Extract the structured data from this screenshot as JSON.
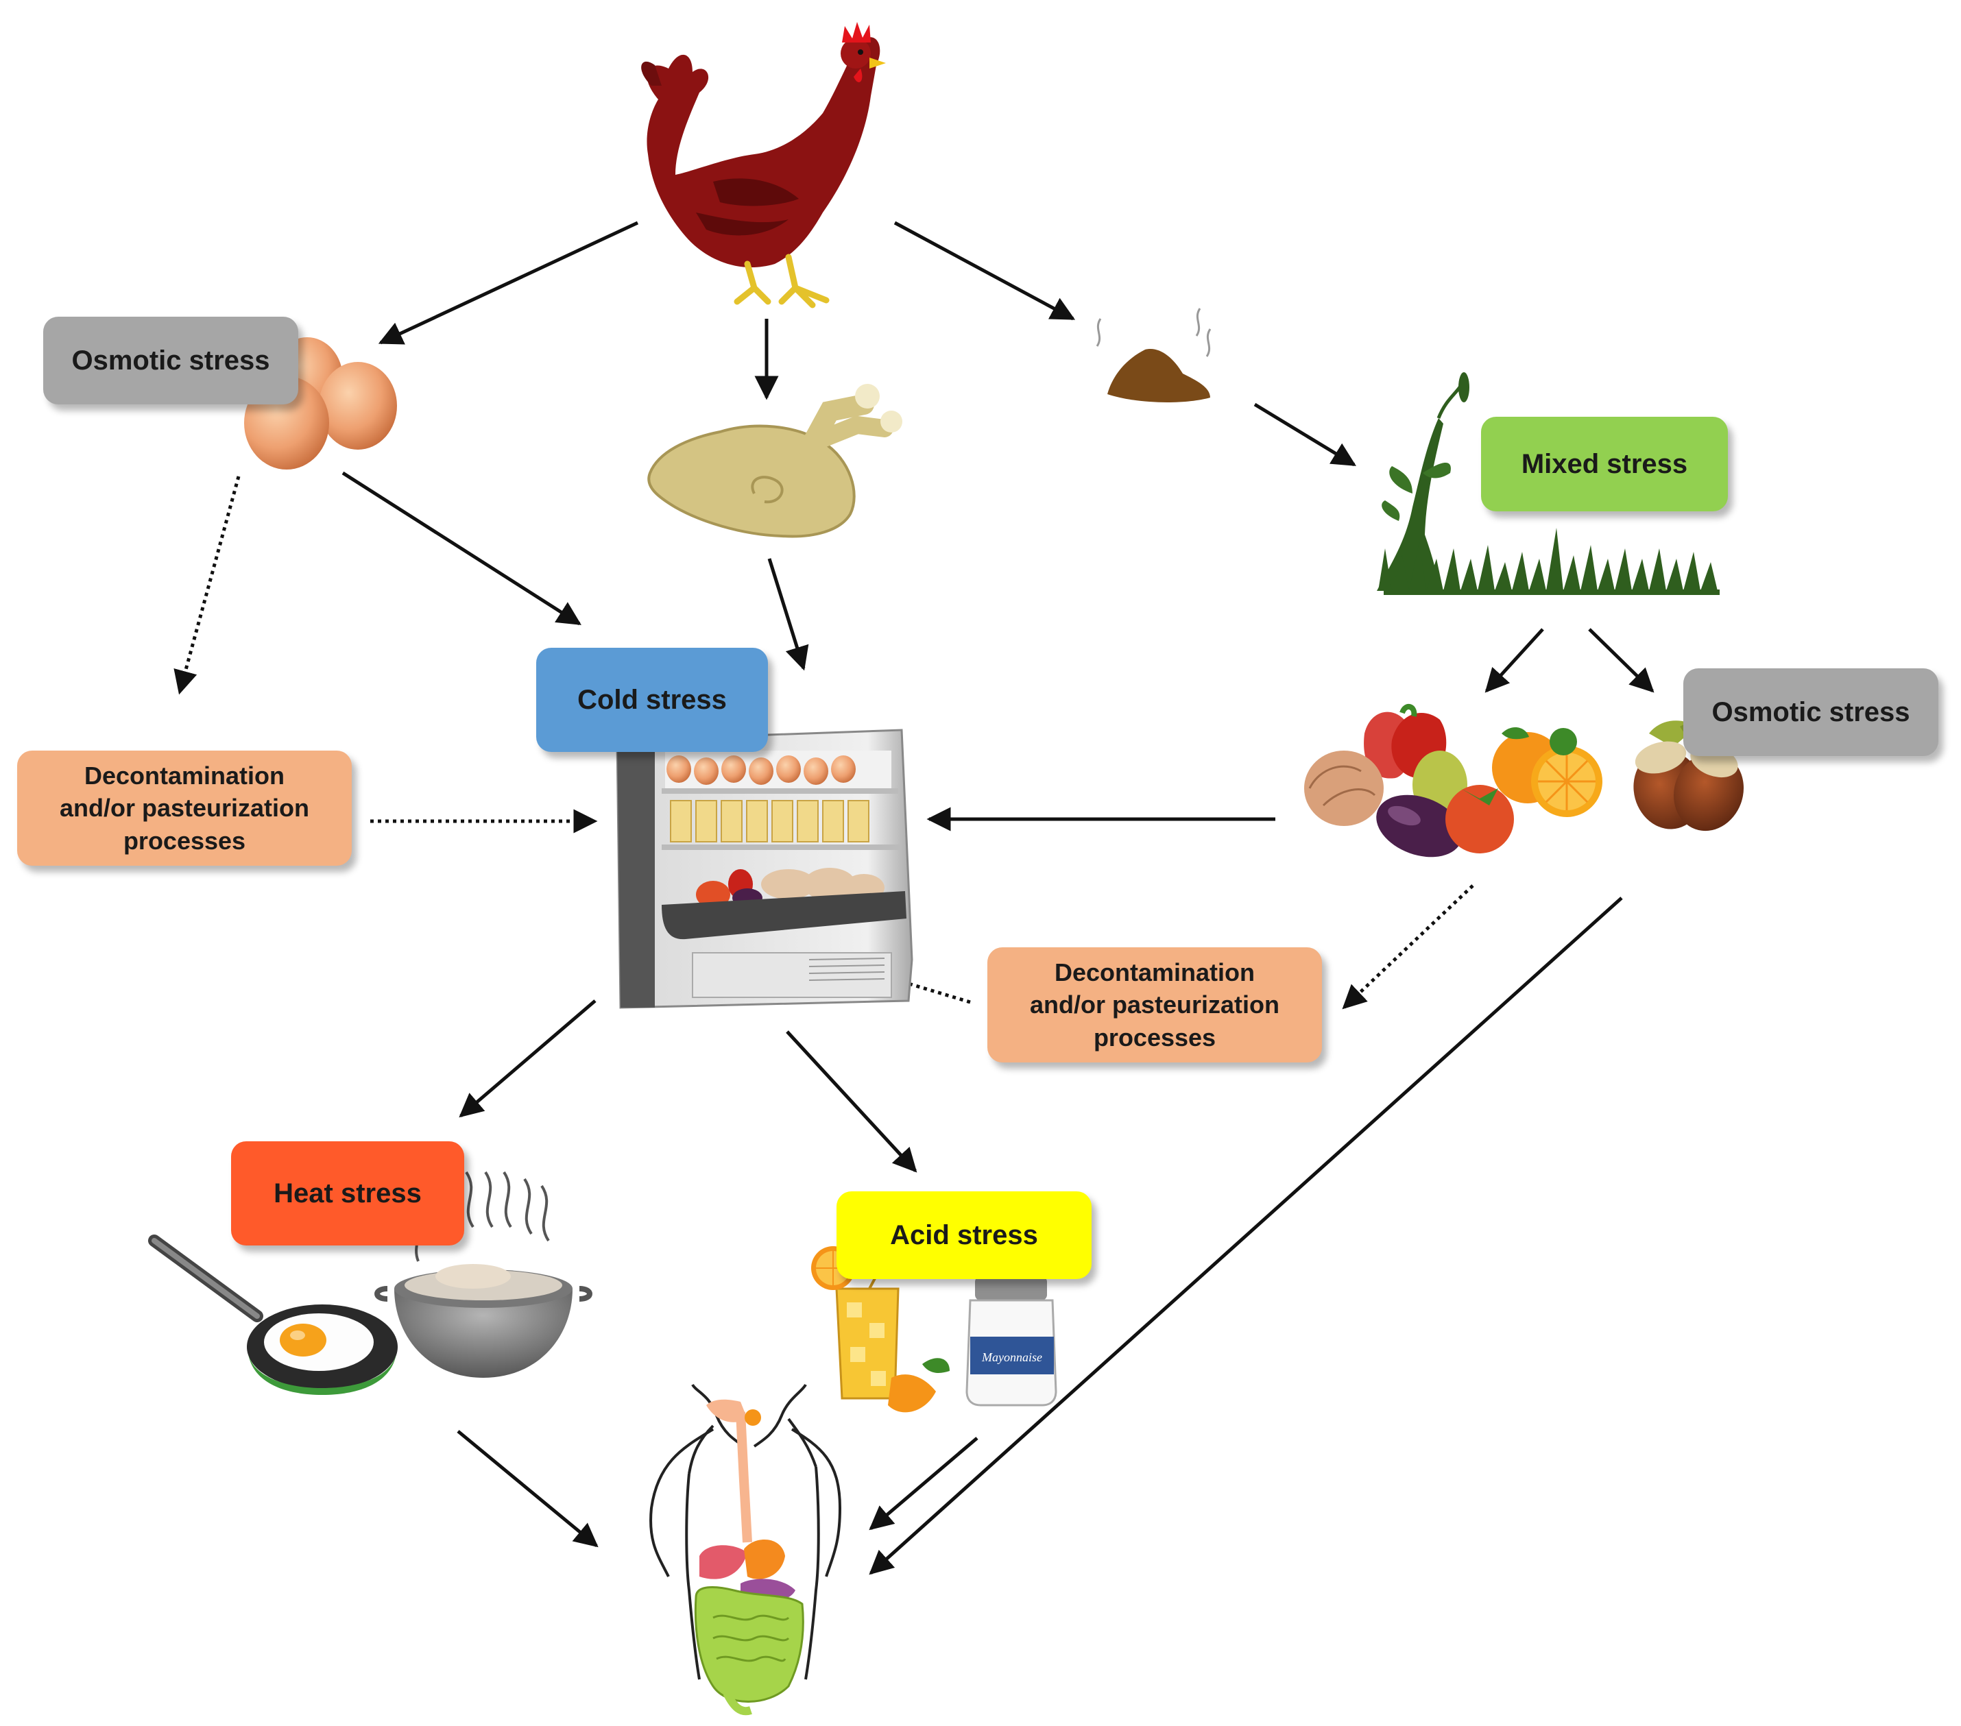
{
  "labels": {
    "osmotic_stress_eggs": "Osmotic stress",
    "cold_stress": "Cold stress",
    "mixed_stress": "Mixed stress",
    "osmotic_stress_nuts": "Osmotic stress",
    "heat_stress": "Heat stress",
    "acid_stress": "Acid stress",
    "decontamination_left": [
      "Decontamination",
      "and/or pasteurization",
      "processes"
    ],
    "decontamination_right": [
      "Decontamination",
      "and/or pasteurization",
      "processes"
    ]
  },
  "jar_label": "Mayonnaise",
  "colors": {
    "osmotic": "#a6a6a6",
    "cold": "#5b9bd5",
    "mixed": "#92d050",
    "heat": "#ff5a2a",
    "acid": "#ffff00",
    "decontamination": "#f4b183",
    "hen": "#8b1212",
    "egg": "#e8955a"
  },
  "icons": [
    "hen-icon",
    "eggs-icon",
    "raw-chicken-icon",
    "manure-icon",
    "plants-icon",
    "vegetables-fruits-icon",
    "hazelnuts-icon",
    "refrigerator-icon",
    "frying-pan-icon",
    "cooking-pot-icon",
    "orange-juice-icon",
    "mayonnaise-jar-icon",
    "human-digestive-system-icon"
  ]
}
